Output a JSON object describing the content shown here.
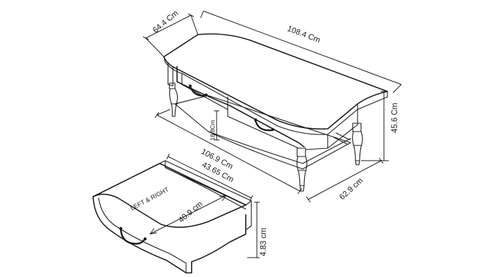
{
  "diagram": {
    "table": {
      "depth_label": "64.4 Cm",
      "width_label": "108.4 Cm",
      "height_label": "45.6 Cm",
      "leg_width_label": "62.9 cm",
      "inner_width_label": "106.9 Cm",
      "shelf_height_label": "18.8Cm"
    },
    "drawer": {
      "width_label": "43.65 Cm",
      "depth_label": "40.9 cm",
      "height_label": "4.83 cm",
      "side_label": "LEFT & RIGHT"
    }
  }
}
